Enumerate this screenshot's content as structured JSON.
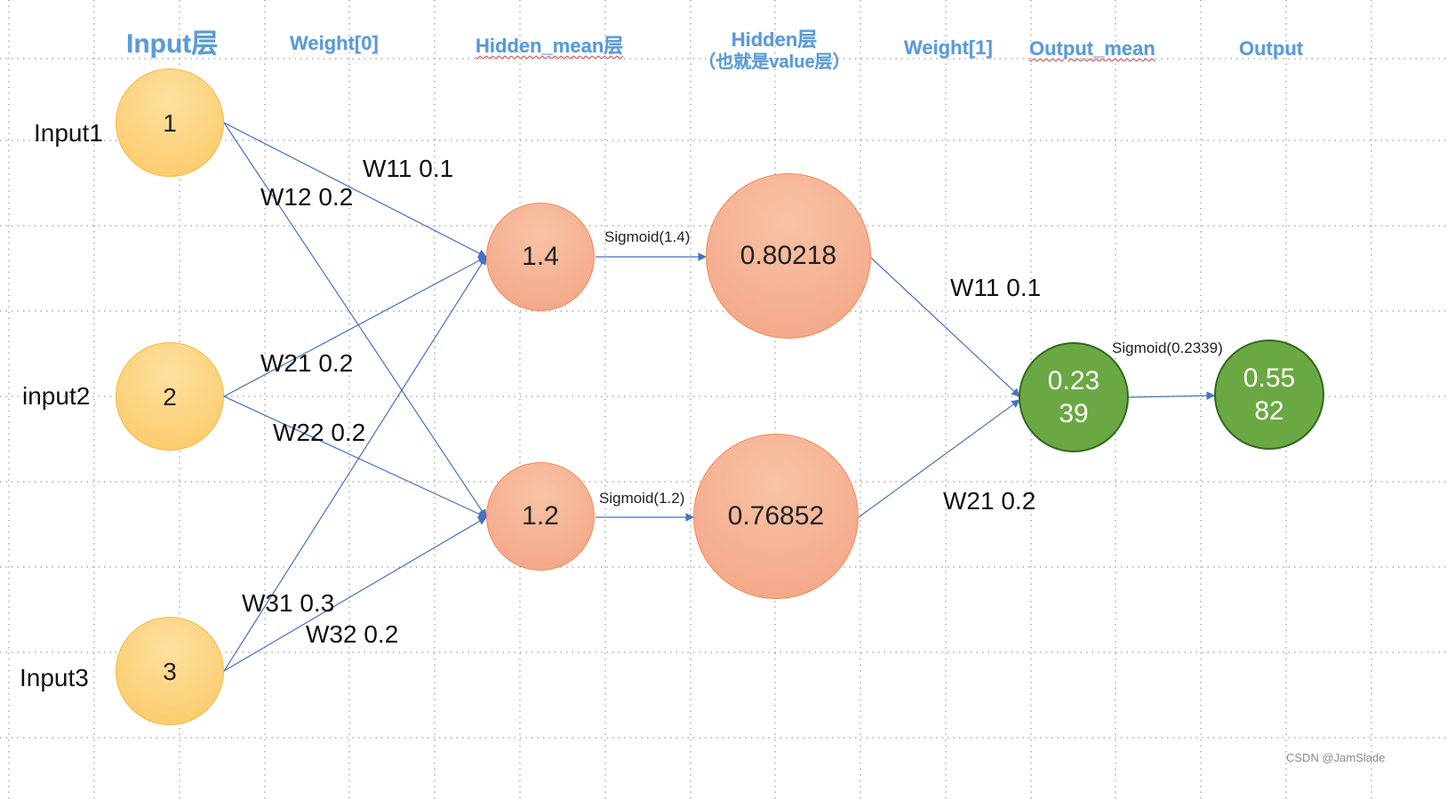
{
  "headers": {
    "input_layer": "Input层",
    "weight0": "Weight[0]",
    "hidden_mean": "Hidden_mean层",
    "hidden_line1": "Hidden层",
    "hidden_line2": "（也就是value层）",
    "weight1": "Weight[1]",
    "output_mean": "Output_mean",
    "output": "Output"
  },
  "input_labels": [
    "Input1",
    "input2",
    "Input3"
  ],
  "input_nodes": [
    "1",
    "2",
    "3"
  ],
  "hidden_mean_nodes": [
    "1.4",
    "1.2"
  ],
  "hidden_value_nodes": [
    "0.80218",
    "0.76852"
  ],
  "output_mean_node": [
    "0.23",
    "39"
  ],
  "output_node": [
    "0.55",
    "82"
  ],
  "weights0": {
    "w11": "W11 0.1",
    "w12": "W12 0.2",
    "w21": "W21 0.2",
    "w22": "W22 0.2",
    "w31": "W31 0.3",
    "w32": "W32 0.2"
  },
  "weights1": {
    "w11": "W11 0.1",
    "w21": "W21 0.2"
  },
  "sigmoids": [
    "Sigmoid(1.4)",
    "Sigmoid(1.2)",
    "Sigmoid(0.2339)"
  ],
  "watermark": "CSDN @JamSlade",
  "colors": {
    "header_text": "#5b9bd5",
    "edge": "#4472c4",
    "input_fill": "#fcd47e",
    "hidden_fill": "#f4ad8c",
    "output_fill": "#6aa843"
  }
}
